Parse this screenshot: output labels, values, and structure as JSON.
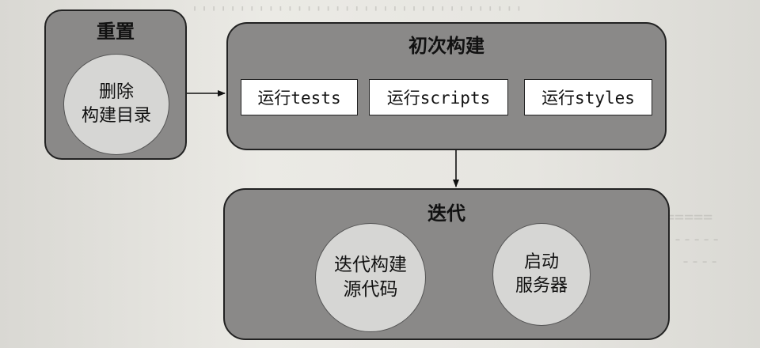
{
  "diagram": {
    "reset": {
      "title": "重置",
      "circle_lines": [
        "删除",
        "构建目录"
      ]
    },
    "initial_build": {
      "title": "初次构建",
      "tasks": [
        "运行tests",
        "运行scripts",
        "运行styles"
      ]
    },
    "iterate": {
      "title": "迭代",
      "circles": [
        {
          "lines": [
            "迭代构建",
            "源代码"
          ]
        },
        {
          "lines": [
            "启动",
            "服务器"
          ]
        }
      ]
    }
  },
  "colors": {
    "panel_fill": "#8a8988",
    "circle_fill": "#d6d6d4",
    "task_fill": "#ffffff",
    "stroke": "#222222"
  }
}
